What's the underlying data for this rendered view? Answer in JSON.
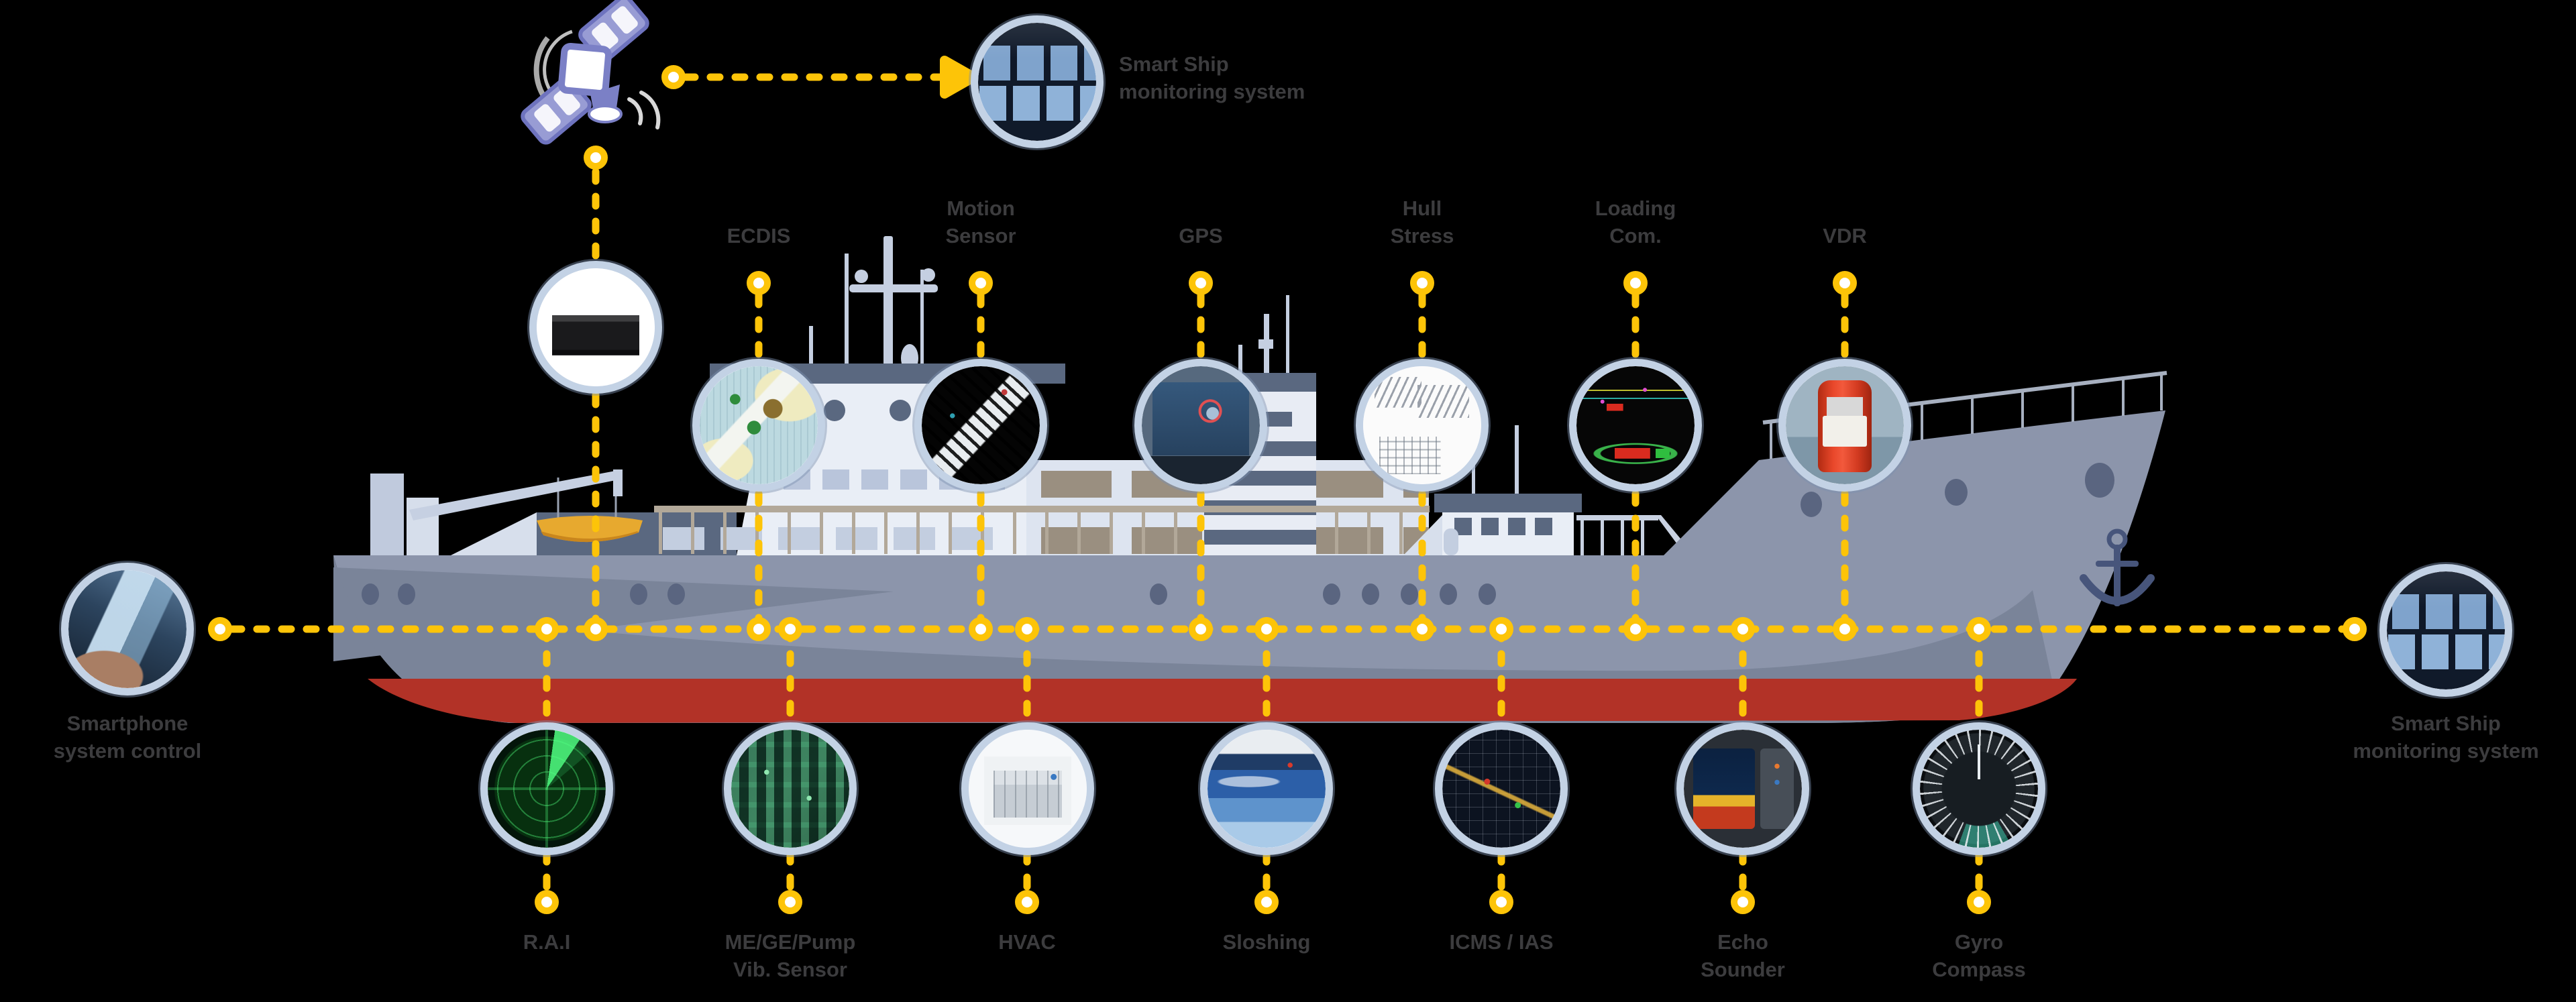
{
  "title": "Smart Ship monitoring system diagram",
  "colors": {
    "background": "#000000",
    "accent_yellow": "#FDC408",
    "label_gray": "#3C3C3E",
    "medallion_ring": "#C3D2E5",
    "hull_gray": "#8C95AB",
    "hull_shadow": "#7A8499",
    "hull_bottom_red": "#B23227",
    "superstructure_white": "#E9EEF6",
    "dark_trim": "#5A6880",
    "lifeboat_orange": "#E7A92F",
    "satellite_purple": "#7B80C6"
  },
  "satellite": {
    "icon": "satellite-icon"
  },
  "ship": {
    "icon": "research-vessel-illustration"
  },
  "top_connection": {
    "icon": "monitor-wall-icon",
    "label_line1": "Smart Ship",
    "label_line2": "monitoring system"
  },
  "left_connection": {
    "icon": "smartphone-icon",
    "label_line1": "Smartphone",
    "label_line2": "system control"
  },
  "right_connection": {
    "icon": "monitor-wall-icon",
    "label_line1": "Smart Ship",
    "label_line2": "monitoring system"
  },
  "receiver": {
    "icon": "satellite-receiver-icon"
  },
  "top_systems": [
    {
      "id": "ecdis",
      "label_line1": "ECDIS",
      "label_line2": "",
      "icon": "ecdis-chart-icon"
    },
    {
      "id": "motion-sensor",
      "label_line1": "Motion",
      "label_line2": "Sensor",
      "icon": "motion-sensor-icon"
    },
    {
      "id": "gps",
      "label_line1": "GPS",
      "label_line2": "",
      "icon": "gps-plotter-icon"
    },
    {
      "id": "hull-stress",
      "label_line1": "Hull",
      "label_line2": "Stress",
      "icon": "hull-stress-icon"
    },
    {
      "id": "loading-com",
      "label_line1": "Loading",
      "label_line2": "Com.",
      "icon": "loading-computer-icon"
    },
    {
      "id": "vdr",
      "label_line1": "VDR",
      "label_line2": "",
      "icon": "vdr-capsule-icon"
    }
  ],
  "bottom_systems": [
    {
      "id": "rai",
      "label_line1": "R.A.I",
      "label_line2": "",
      "icon": "radar-icon"
    },
    {
      "id": "vib-sensor",
      "label_line1": "ME/GE/Pump",
      "label_line2": "Vib. Sensor",
      "icon": "vibration-sensor-icon"
    },
    {
      "id": "hvac",
      "label_line1": "HVAC",
      "label_line2": "",
      "icon": "hvac-icon"
    },
    {
      "id": "sloshing",
      "label_line1": "Sloshing",
      "label_line2": "",
      "icon": "sloshing-tank-icon"
    },
    {
      "id": "icms-ias",
      "label_line1": "ICMS / IAS",
      "label_line2": "",
      "icon": "icms-ias-icon"
    },
    {
      "id": "echo-sounder",
      "label_line1": "Echo",
      "label_line2": "Sounder",
      "icon": "echo-sounder-icon"
    },
    {
      "id": "gyro-compass",
      "label_line1": "Gyro",
      "label_line2": "Compass",
      "icon": "gyro-compass-icon"
    }
  ]
}
